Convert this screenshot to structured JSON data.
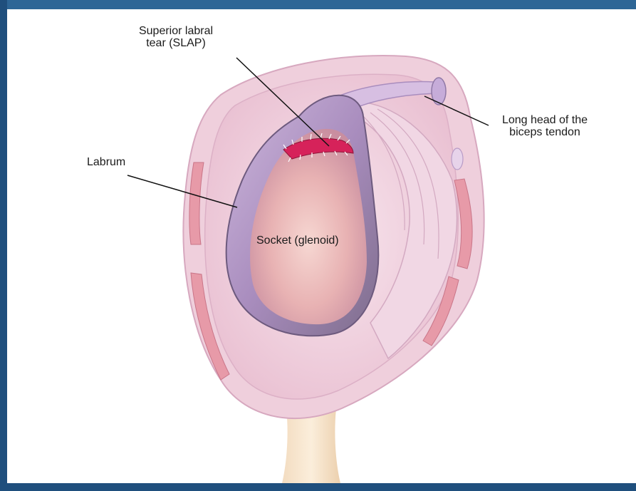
{
  "labels": {
    "slap_line1": "Superior labral",
    "slap_line2": "tear (SLAP)",
    "biceps_line1": "Long head of the",
    "biceps_line2": "biceps tendon",
    "labrum": "Labrum",
    "socket": "Socket (glenoid)"
  },
  "colors": {
    "frame": "#1f4f7d",
    "background": "#ffffff",
    "labrum": "#b69bc8",
    "socket": "#e9b6b8",
    "tear": "#d6225a",
    "capsule": "#efc9da"
  }
}
